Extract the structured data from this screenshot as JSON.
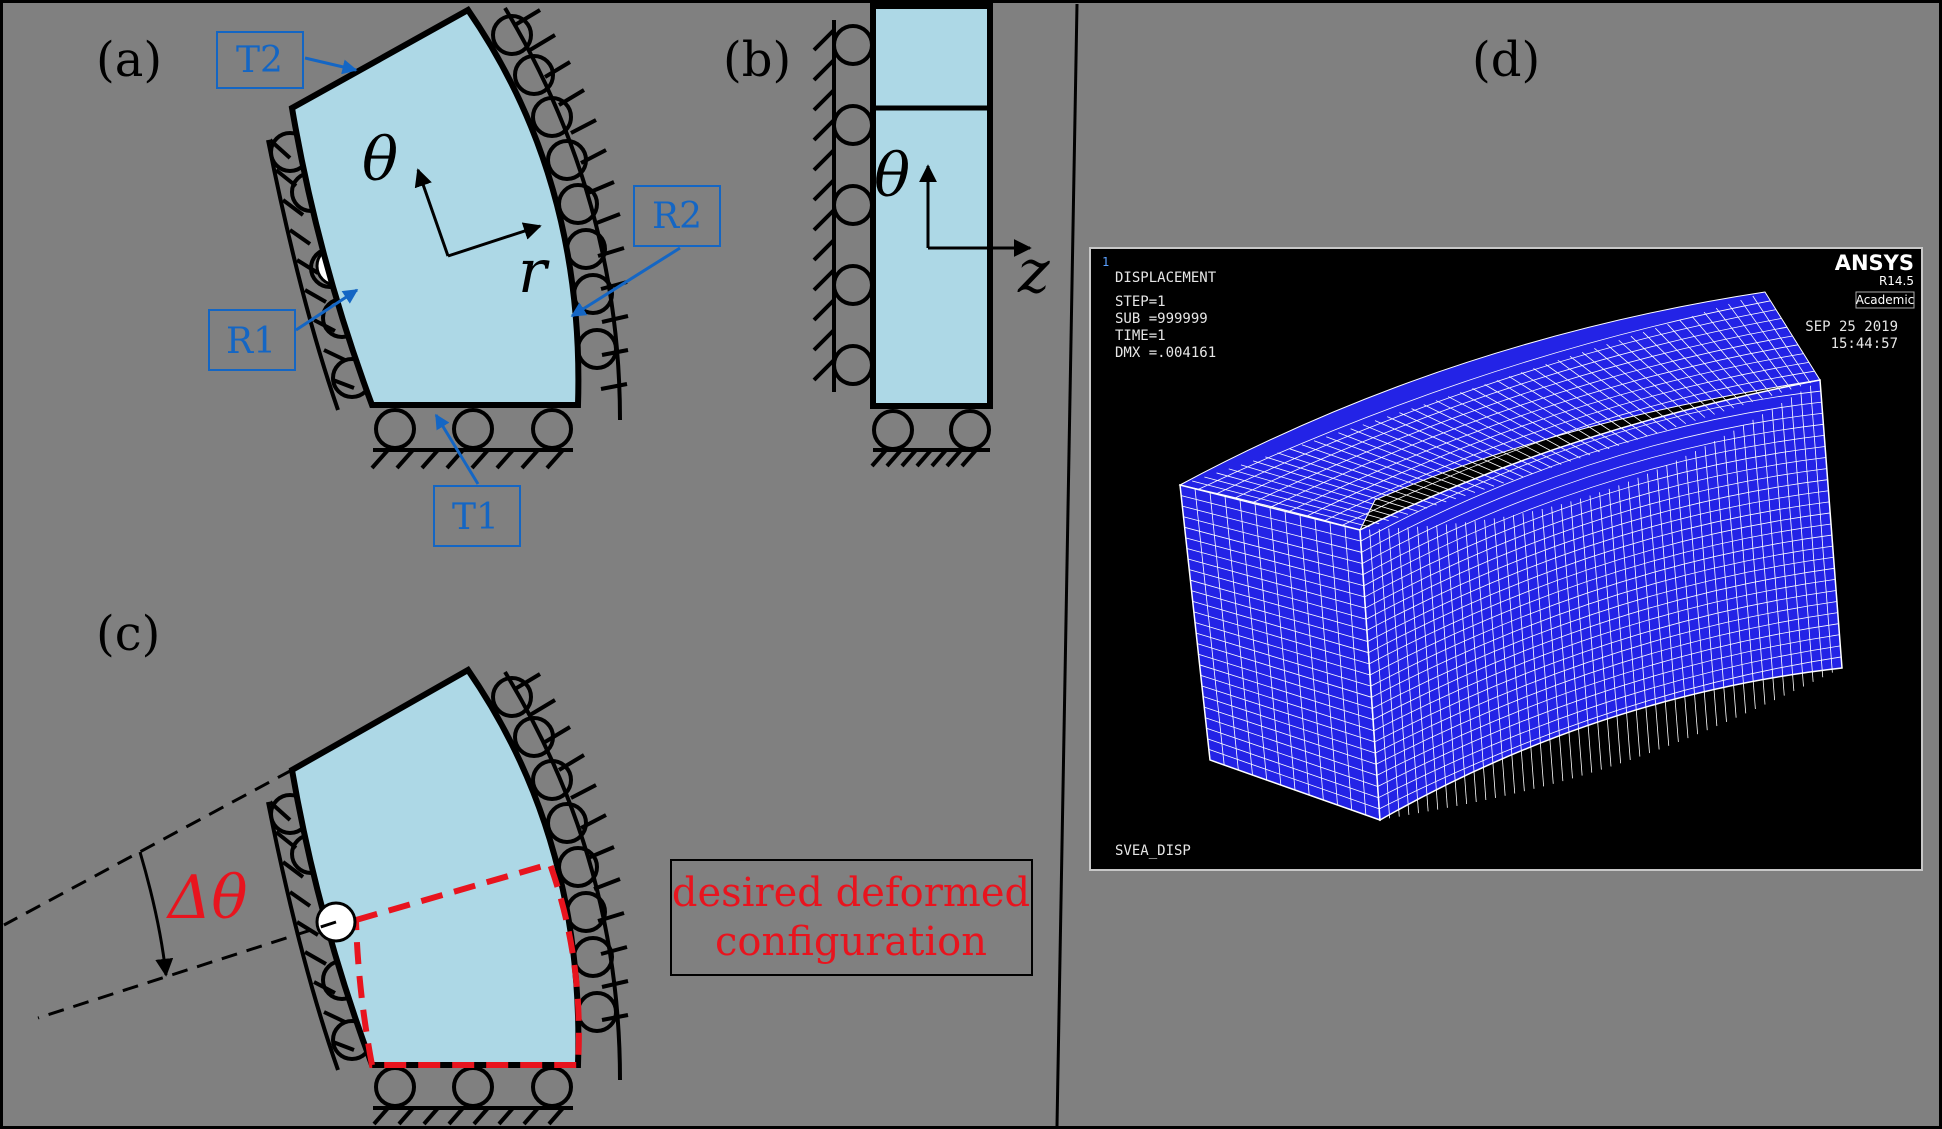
{
  "panels": {
    "a": "(a)",
    "b": "(b)",
    "c": "(c)",
    "d": "(d)"
  },
  "symbols": {
    "theta": "θ",
    "r": "r",
    "z": "z",
    "delta_theta": "Δθ"
  },
  "boundary_labels": {
    "T1": "T1",
    "T2": "T2",
    "R1": "R1",
    "R2": "R2"
  },
  "legend": {
    "line1": "desired deformed",
    "line2": "configuration"
  },
  "ansys": {
    "window_number": "1",
    "title": "DISPLACEMENT",
    "step": "STEP=1",
    "sub": "SUB =999999",
    "time": "TIME=1",
    "dmx": "DMX =.004161",
    "brand": "ANSYS",
    "version": "R14.5",
    "edition": "Academic",
    "date": "SEP 25 2019",
    "clock": "15:44:57",
    "footer": "SVEA_DISP"
  },
  "colors": {
    "background": "#808080",
    "body_fill": "#add8e6",
    "label_blue": "#1466c4",
    "deformed_red": "#e8141e",
    "mesh_blue": "#2323e6"
  }
}
